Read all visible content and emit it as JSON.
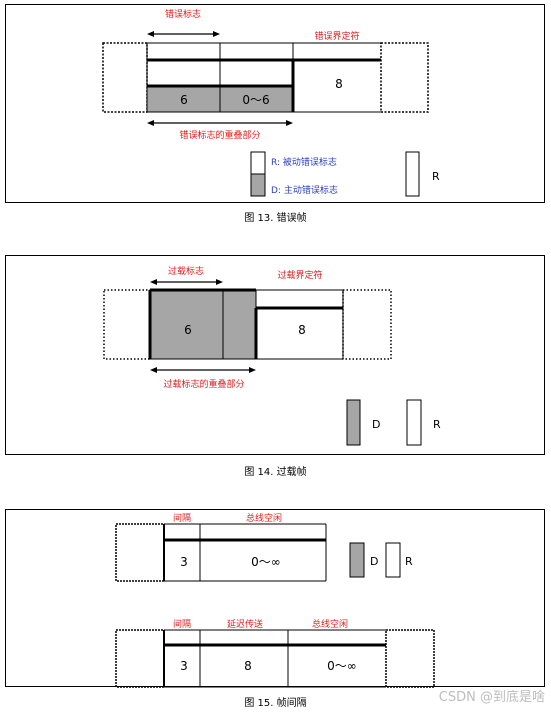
{
  "fig13": {
    "error_flag": "错误标志",
    "error_delimiter": "错误界定符",
    "seg_6": "6",
    "seg_0_6": "0～6",
    "seg_8": "8",
    "overlap": "错误标志的重叠部分",
    "legend_r": "R: 被动错误标志",
    "legend_d": "D: 主动错误标志",
    "r_label": "R",
    "caption": "图 13.    错误帧"
  },
  "fig14": {
    "overload_flag": "过载标志",
    "overload_delimiter": "过载界定符",
    "seg_6": "6",
    "seg_8": "8",
    "overlap": "过载标志的重叠部分",
    "d_label": "D",
    "r_label": "R",
    "caption": "图 14.    过载帧"
  },
  "fig15": {
    "top": {
      "interval": "间隔",
      "bus_idle": "总线空闲",
      "seg_3": "3",
      "seg_inf": "0～∞",
      "d_label": "D",
      "r_label": "R"
    },
    "bottom": {
      "interval": "间隔",
      "suspend": "延迟传送",
      "bus_idle": "总线空闲",
      "seg_3": "3",
      "seg_8": "8",
      "seg_inf": "0～∞"
    },
    "caption": "图 15.    帧间隔"
  },
  "watermark": "CSDN @到底是啥",
  "colors": {
    "red_text": "#e31c1c",
    "blue_text": "#2a3fc8",
    "gray_fill": "#a6a6a6"
  }
}
